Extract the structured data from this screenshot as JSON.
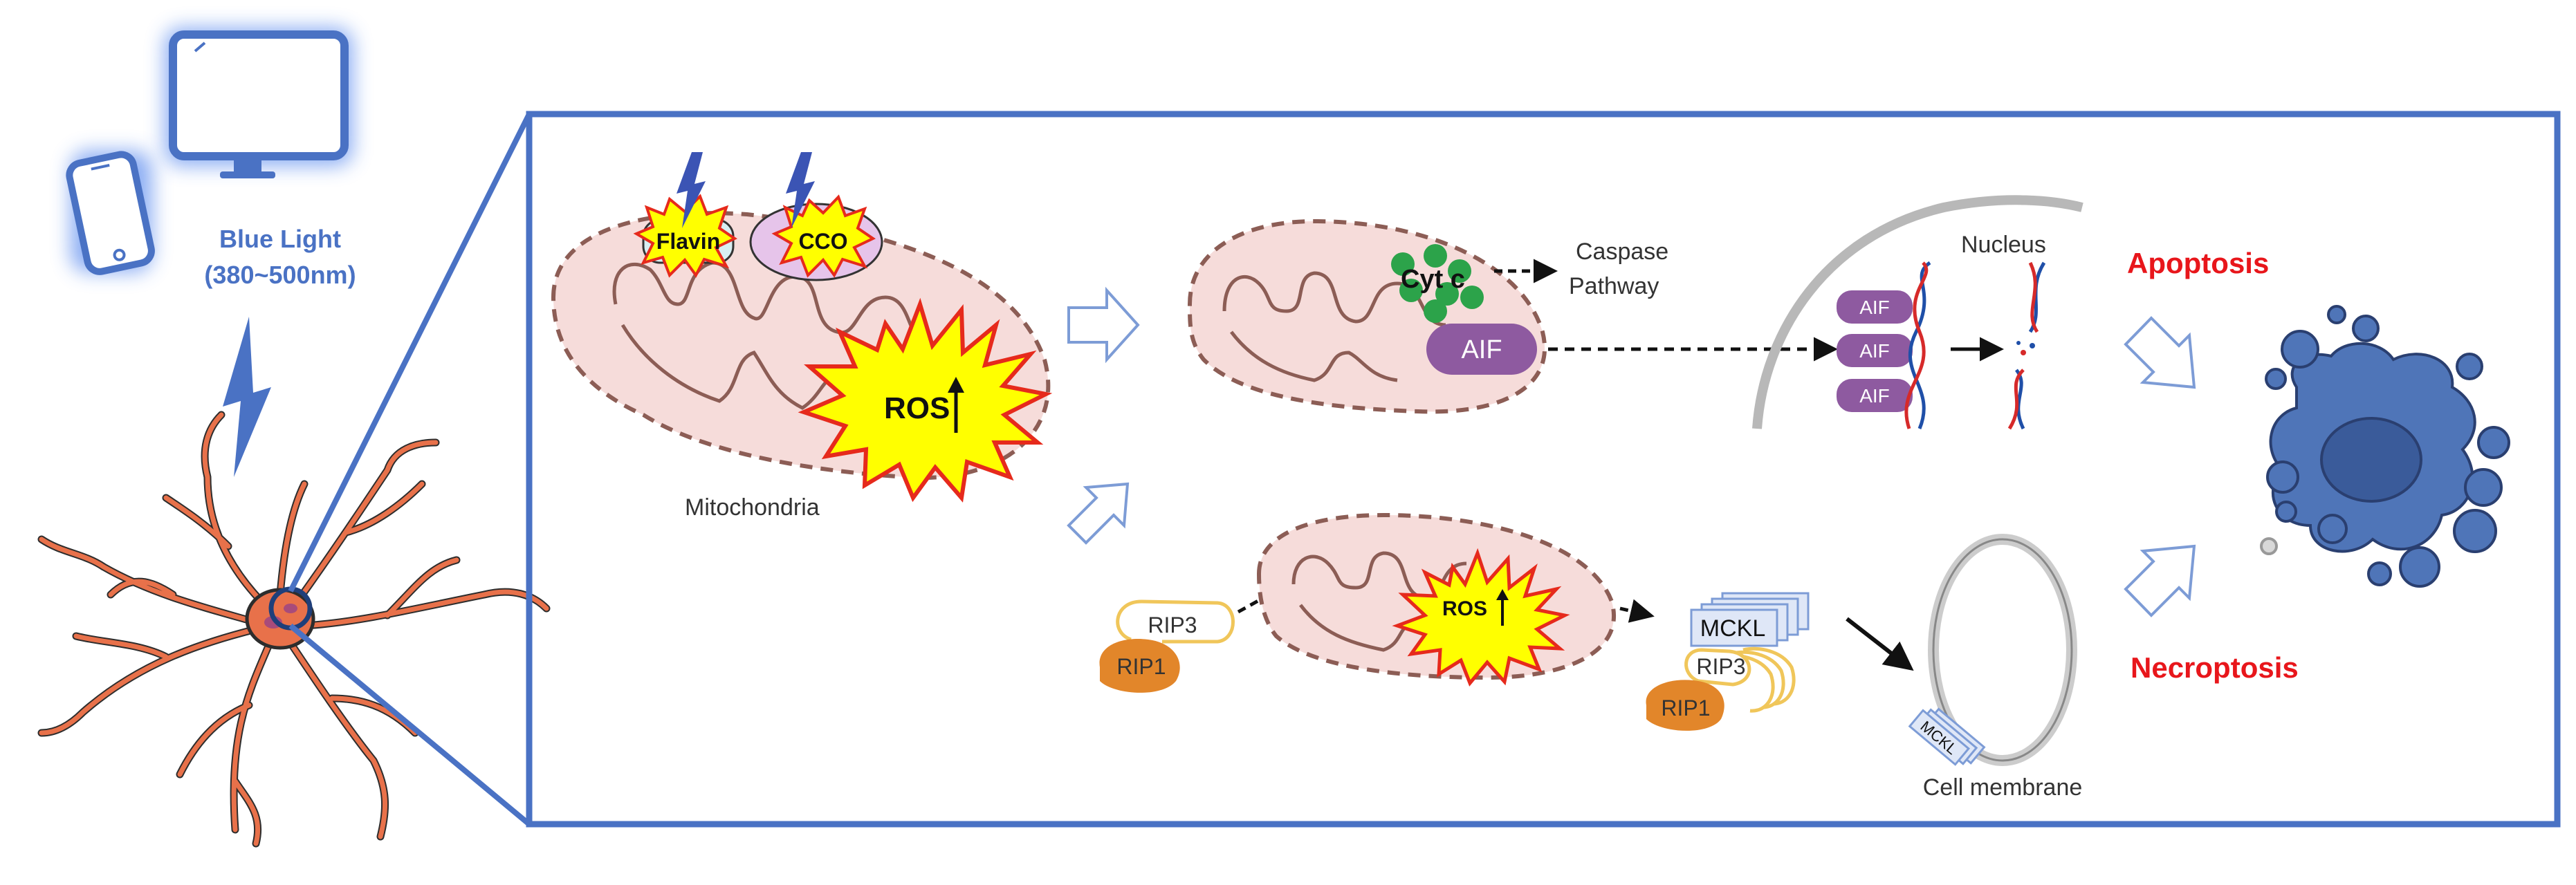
{
  "blue_light": {
    "title": "Blue Light",
    "range": "(380~500nm)",
    "color": "#4a72c4"
  },
  "mito_main": {
    "flavin": "Flavin",
    "cco": "CCO",
    "ros": "ROS",
    "label": "Mitochondria"
  },
  "mito_upper": {
    "cytc": "Cyt c",
    "caspase_1": "Caspase",
    "caspase_2": "Pathway",
    "aif": "AIF"
  },
  "nucleus": {
    "label": "Nucleus",
    "aif_items": [
      "AIF",
      "AIF",
      "AIF"
    ]
  },
  "lower": {
    "rip3": "RIP3",
    "rip1": "RIP1",
    "ros": "ROS",
    "mckl": "MCKL",
    "rip3_b": "RIP3",
    "rip1_b": "RIP1",
    "mckl_membrane": "MCKL"
  },
  "membrane": {
    "label": "Cell membrane"
  },
  "outcomes": {
    "apoptosis": "Apoptosis",
    "necroptosis": "Necroptosis",
    "color": "#e8161b"
  },
  "colors": {
    "frame": "#4a72c4",
    "mito_fill": "#f6dcda",
    "mito_edge": "#8c5d55",
    "ros_fill": "#ffff00",
    "ros_edge": "#e62a1c",
    "aif_fill": "#8e5aa0",
    "rip1_fill": "#e2862a",
    "rip3_edge": "#f0c65a",
    "cytc": "#2ca34a",
    "neuron": "#e8714a",
    "cell": "#4f75b8"
  }
}
